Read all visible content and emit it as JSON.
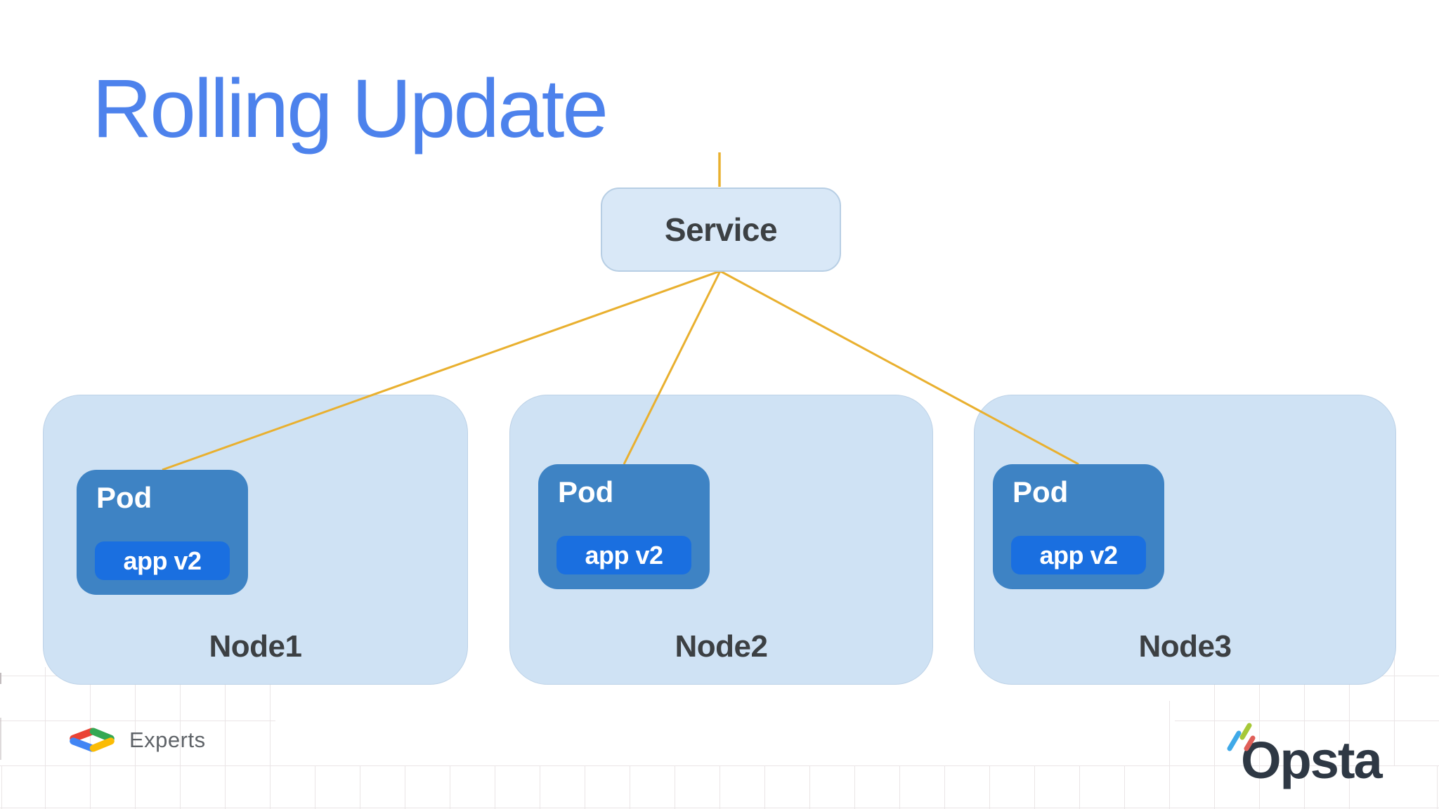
{
  "slide": {
    "title": "Rolling Update"
  },
  "diagram": {
    "service": {
      "label": "Service"
    },
    "nodes": [
      {
        "label": "Node1",
        "pod": {
          "label": "Pod",
          "app_label": "app v2"
        }
      },
      {
        "label": "Node2",
        "pod": {
          "label": "Pod",
          "app_label": "app v2"
        }
      },
      {
        "label": "Node3",
        "pod": {
          "label": "Pod",
          "app_label": "app v2"
        }
      }
    ],
    "connections": [
      {
        "from": "Service",
        "to": "Pod in Node1"
      },
      {
        "from": "Service",
        "to": "Pod in Node2"
      },
      {
        "from": "Service",
        "to": "Pod in Node3"
      }
    ]
  },
  "footer": {
    "experts_label": "Experts",
    "brand": "Opsta"
  },
  "icons": {
    "experts_chevrons": "google-developers-chevrons-icon",
    "opsta_dashes": "opsta-comet-dashes-icon"
  },
  "colors": {
    "title_blue": "#4d82ec",
    "node_fill": "#cfe2f4",
    "service_fill": "#d9e8f7",
    "pod_fill": "#3e83c4",
    "app_chip_fill": "#1a6fe0",
    "connector_yellow": "#e9b02f",
    "text_dark": "#3c4043",
    "experts_grey": "#5f6368",
    "opsta_navy": "#2e3844",
    "grid_line": "#eae5e6",
    "google_red": "#ea4335",
    "google_blue": "#4285f4",
    "google_green": "#34a853",
    "google_yellow": "#fbbc05"
  }
}
